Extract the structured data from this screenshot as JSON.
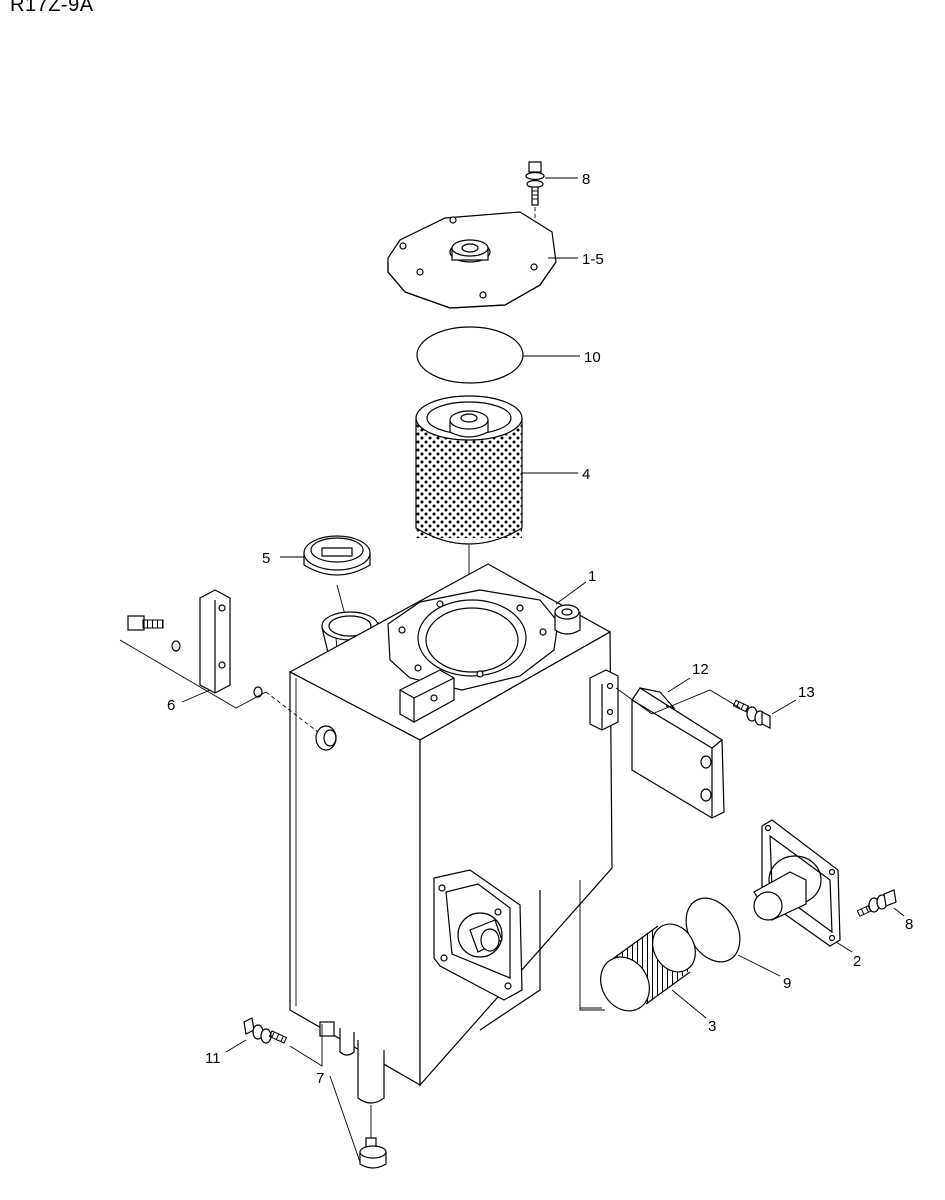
{
  "header": {
    "model": "R17Z-9A"
  },
  "callouts": {
    "c8_top": "8",
    "c1_5": "1-5",
    "c10": "10",
    "c4": "4",
    "c5": "5",
    "c1": "1",
    "c6": "6",
    "c12": "12",
    "c13": "13",
    "c8_right": "8",
    "c2": "2",
    "c9": "9",
    "c3": "3",
    "c11": "11",
    "c7": "7"
  }
}
